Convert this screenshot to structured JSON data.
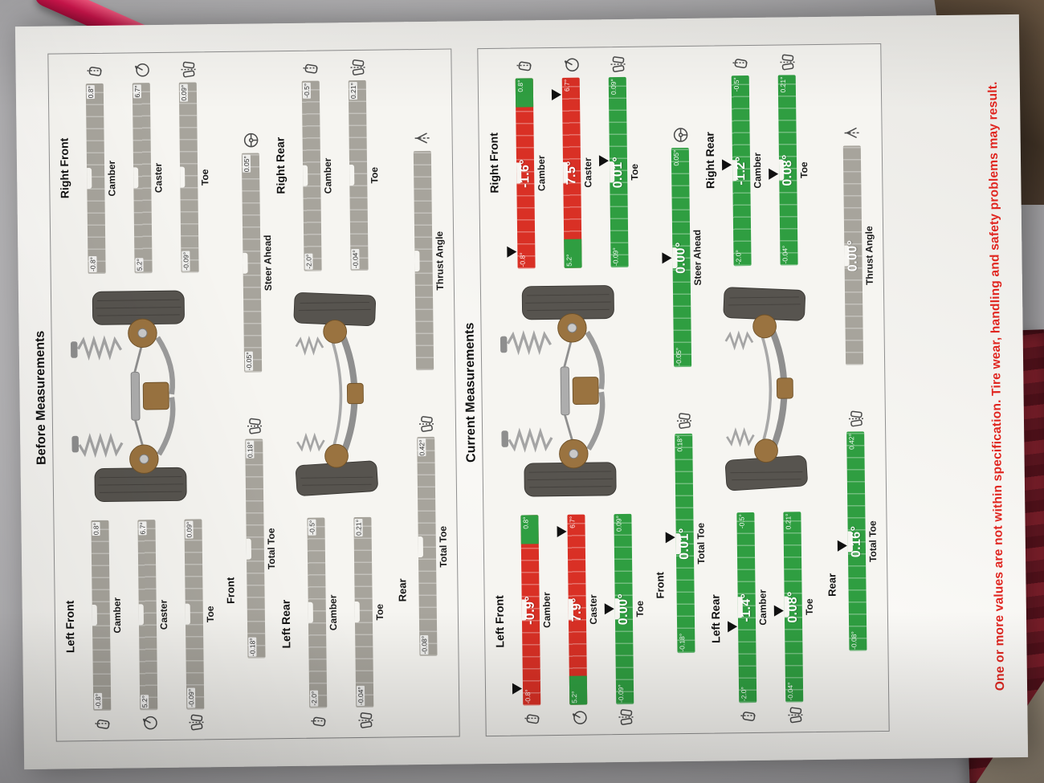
{
  "titles": {
    "before": "Before Measurements",
    "current": "Current Measurements"
  },
  "warning": "One or more values are not within specification.  Tire wear, handling and safety problems may result.",
  "labels": {
    "left_front": "Left Front",
    "right_front": "Right Front",
    "left_rear": "Left Rear",
    "right_rear": "Right Rear",
    "front": "Front",
    "rear": "Rear",
    "camber": "Camber",
    "caster": "Caster",
    "toe": "Toe",
    "total_toe": "Total Toe",
    "steer_ahead": "Steer Ahead",
    "thrust_angle": "Thrust Angle"
  },
  "specs": {
    "front_camber": {
      "min": "-0.8°",
      "max": "0.8°"
    },
    "front_caster": {
      "min": "5.2°",
      "max": "6.7°"
    },
    "front_toe": {
      "min": "-0.09°",
      "max": "0.09°"
    },
    "front_total_toe": {
      "min": "-0.18°",
      "max": "0.18°"
    },
    "steer_ahead": {
      "min": "-0.05°",
      "max": "0.05°"
    },
    "rear_camber": {
      "min": "-2.0°",
      "max": "-0.5°"
    },
    "rear_toe": {
      "min": "-0.04°",
      "max": "0.21°"
    },
    "rear_total_toe": {
      "min": "-0.08°",
      "max": "0.42°"
    }
  },
  "current_values": {
    "lf": {
      "camber": "-0.9°",
      "caster": "7.9°",
      "toe": "0.00°"
    },
    "rf": {
      "camber": "-1.6°",
      "caster": "7.5°",
      "toe": "0.01°"
    },
    "front": {
      "total_toe": "0.01°",
      "steer_ahead": "0.00°"
    },
    "lr": {
      "camber": "-1.4°",
      "toe": "0.08°"
    },
    "rr": {
      "camber": "-1.2°",
      "toe": "0.08°"
    },
    "rear": {
      "total_toe": "0.16°",
      "thrust_angle": "0.00°"
    }
  },
  "status": {
    "lf": {
      "camber": "out",
      "caster": "out",
      "toe": "in"
    },
    "rf": {
      "camber": "out",
      "caster": "out",
      "toe": "in"
    },
    "front": {
      "total_toe": "in",
      "steer_ahead": "in"
    },
    "lr": {
      "camber": "in",
      "toe": "in"
    },
    "rr": {
      "camber": "in",
      "toe": "in"
    },
    "rear": {
      "total_toe": "in",
      "thrust_angle": "no-spec"
    }
  },
  "colors": {
    "in_spec": "#2f9e41",
    "out_of_spec": "#d93025",
    "neutral_bar": "#a7a49c",
    "warning_text": "#e02620"
  },
  "icons": {
    "camber": "camber-icon",
    "caster": "caster-icon",
    "toe": "toe-icon",
    "total_toe": "toe-icon",
    "steer_ahead": "steer-ahead-icon",
    "thrust_angle": "thrust-angle-icon"
  }
}
